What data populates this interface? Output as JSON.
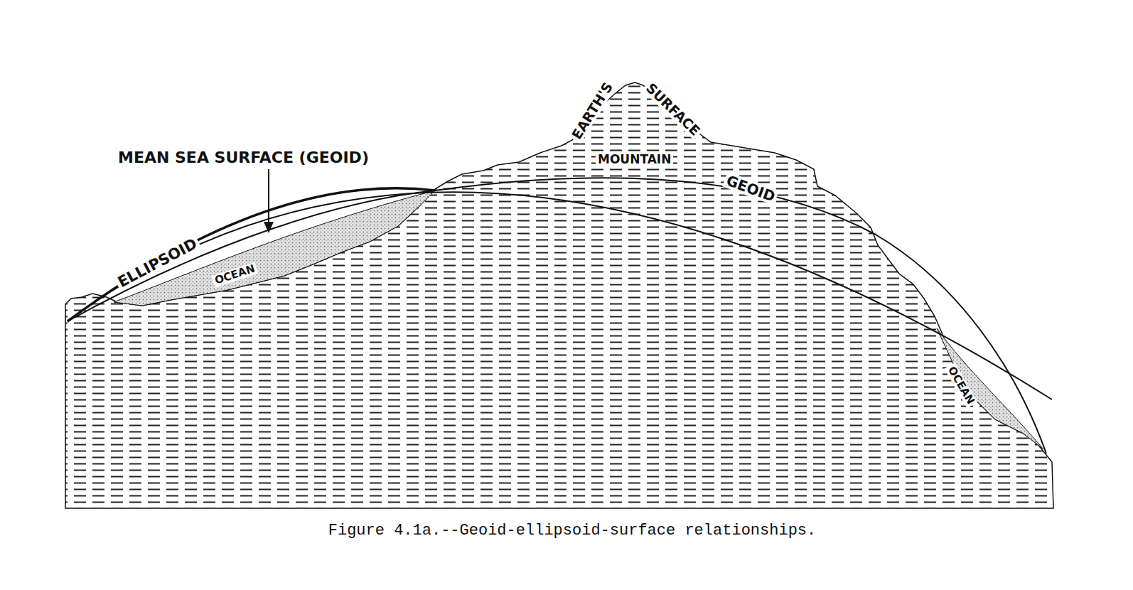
{
  "diagram": {
    "caption": "Figure 4.1a.--Geoid-ellipsoid-surface relationships.",
    "labels": [
      "MEAN SEA SURFACE (GEOID)",
      "ELLIPSOID",
      "OCEAN",
      "EARTH'S",
      "SURFACE",
      "MOUNTAIN",
      "GEOID",
      "OCEAN"
    ]
  }
}
